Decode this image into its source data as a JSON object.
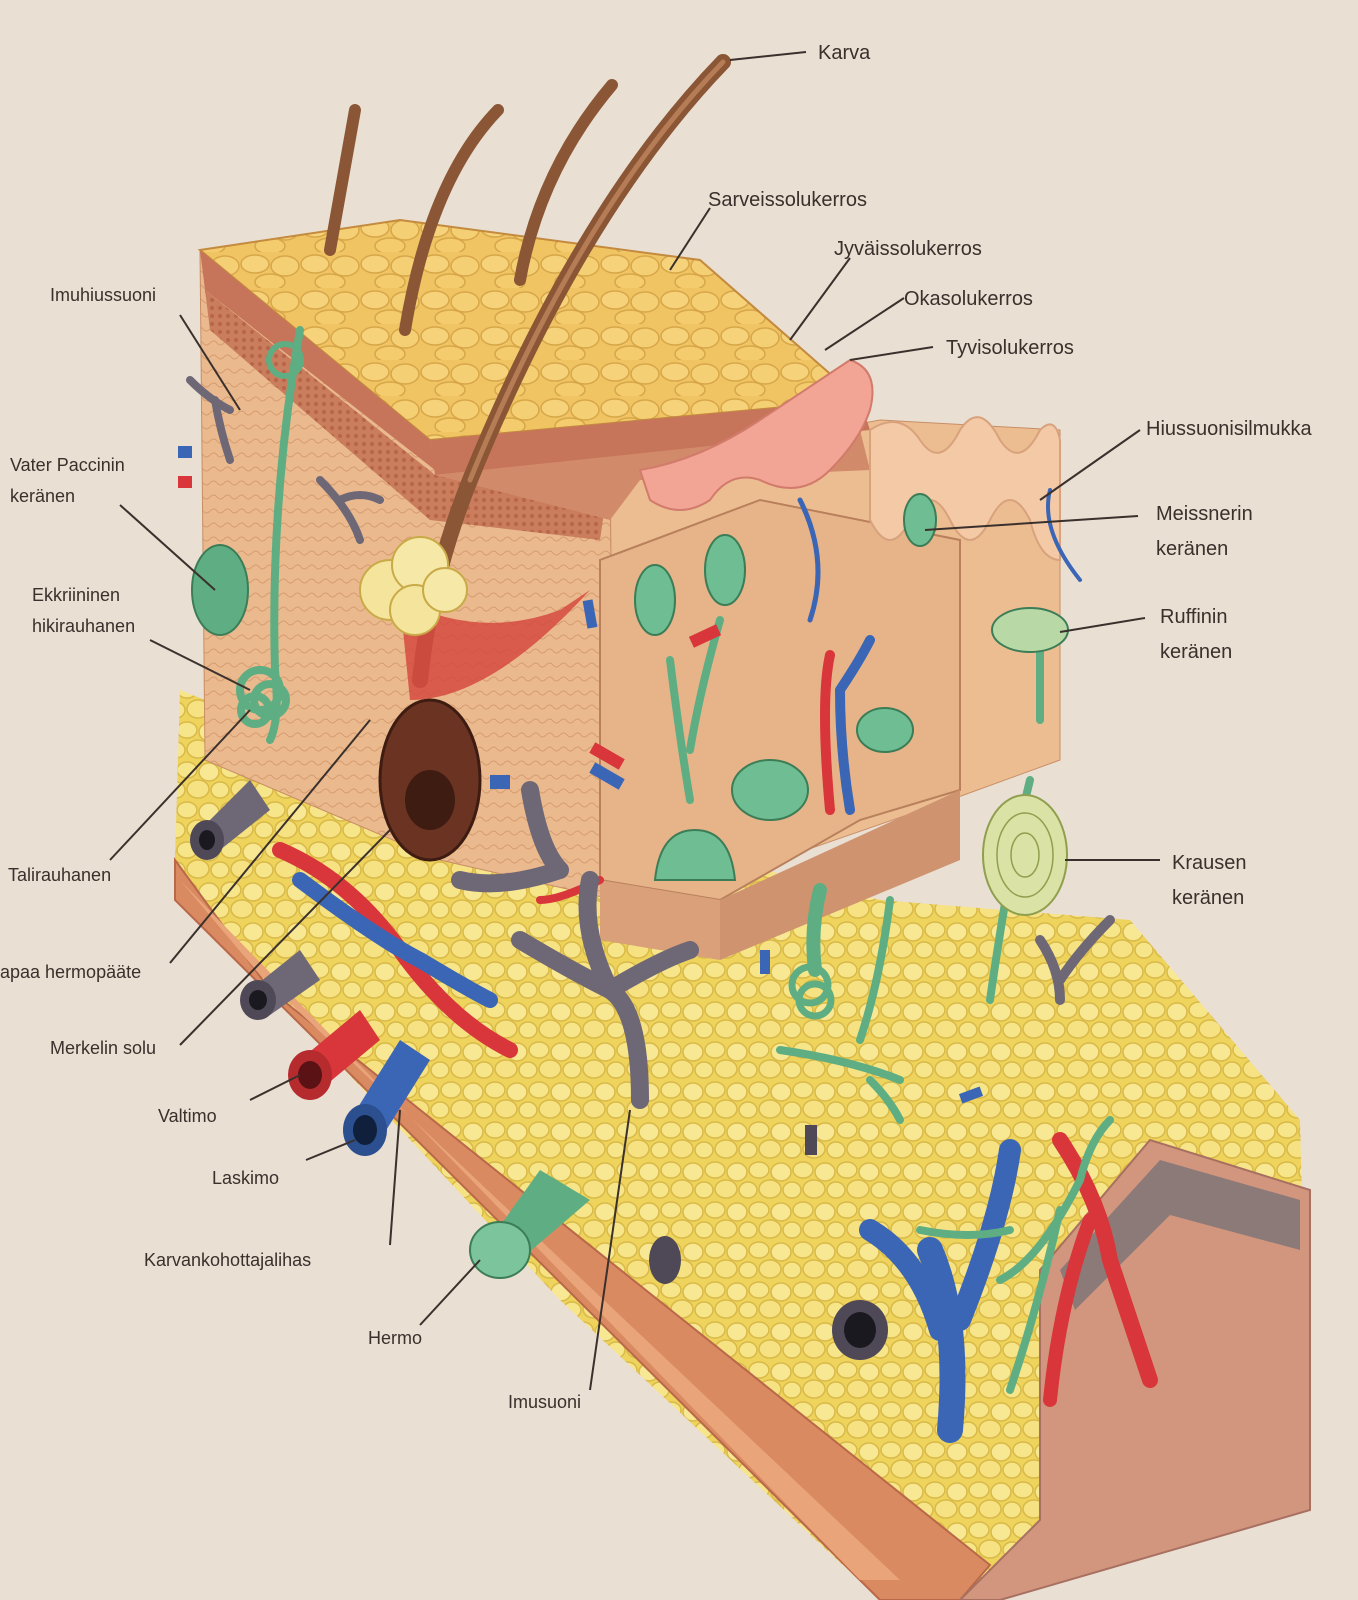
{
  "labels": {
    "karva": "Karva",
    "sarveissolukerros": "Sarveissolukerros",
    "jyvaissolukerros": "Jyväissolukerros",
    "okasolukerros": "Okasolukerros",
    "tyvisolukerros": "Tyvisolukerros",
    "hiussuonisilmukka": "Hiussuonisilmukka",
    "meissnerin": "Meissnerin\nkeränen",
    "ruffinin": "Ruffinin\nkeränen",
    "krausen": "Krausen\nkeränen",
    "imuhiussuoni": "Imuhiussuoni",
    "vater_paccinin": "Vater Paccinin\nkeränen",
    "ekkriininen": "Ekkriininen\nhikirauhanen",
    "talirauhanen": "Talirauhanen",
    "vapaa_hermopaate": "apaa hermopääte",
    "merkelin_solu": "Merkelin solu",
    "valtimo": "Valtimo",
    "laskimo": "Laskimo",
    "karvankohottajalihas": "Karvankohottajalihas",
    "hermo": "Hermo",
    "imusuoni": "Imusuoni"
  },
  "colors": {
    "page": "#e9dfd3",
    "epidermis": "#e8b85c",
    "dermis": "#e9b98a",
    "fat": "#f3dc6e",
    "artery": "#d8363a",
    "vein": "#3b66b5",
    "lymph": "#6e6776",
    "nerve": "#5fae83",
    "hair": "#8a5635"
  }
}
